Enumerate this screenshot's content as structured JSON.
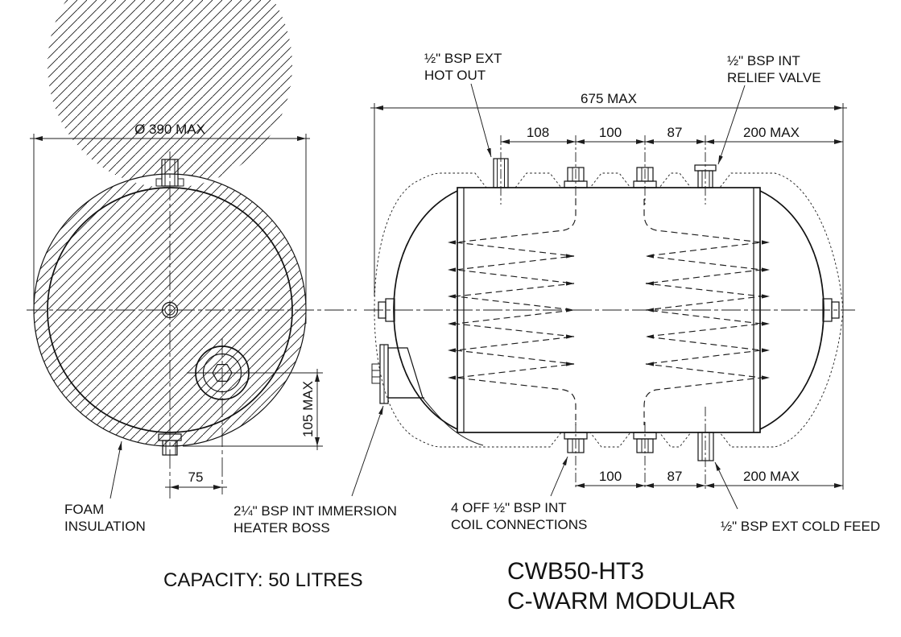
{
  "drawing": {
    "title_block": {
      "capacity": "CAPACITY: 50 LITRES",
      "model": "CWB50-HT3",
      "series": "C-WARM MODULAR"
    },
    "end_view": {
      "diameter_dim": "Ø 390 MAX",
      "height_dim": "105 MAX",
      "offset_dim": "75",
      "foam_label_line1": "FOAM",
      "foam_label_line2": "INSULATION",
      "immersion_label_line1": "2¼\" BSP INT IMMERSION",
      "immersion_label_line2": "HEATER BOSS"
    },
    "side_view": {
      "overall_dim": "675 MAX",
      "top_dims": [
        "108",
        "100",
        "87",
        "200 MAX"
      ],
      "bottom_dims": [
        "100",
        "87",
        "200 MAX"
      ],
      "hot_out_line1": "½\" BSP EXT",
      "hot_out_line2": "HOT OUT",
      "relief_line1": "½\" BSP INT",
      "relief_line2": "RELIEF VALVE",
      "coil_line1": "4 OFF ½\" BSP INT",
      "coil_line2": "COIL CONNECTIONS",
      "cold_feed_label": "½\" BSP EXT COLD FEED"
    }
  }
}
